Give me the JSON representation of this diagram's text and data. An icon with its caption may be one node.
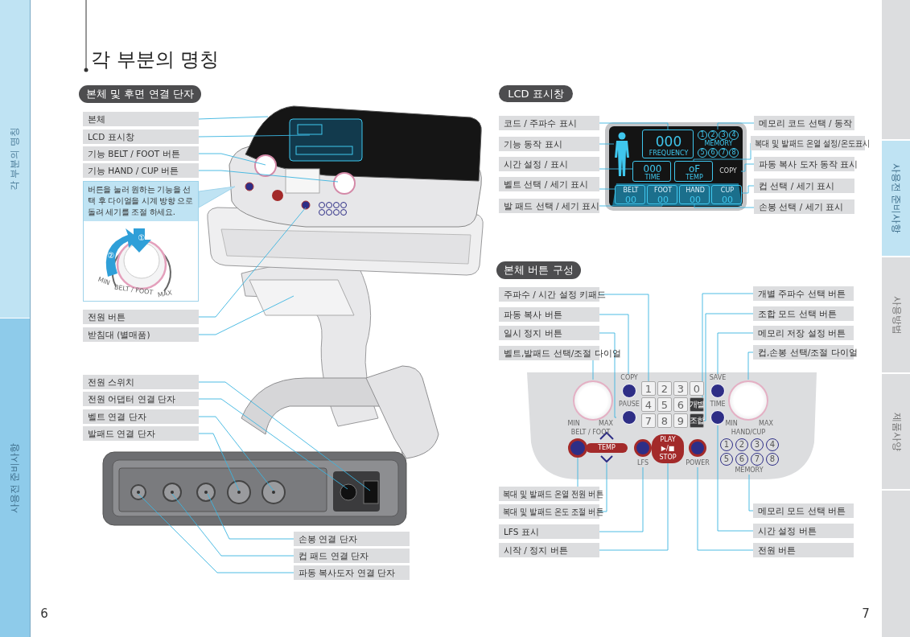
{
  "diagram": {
    "title": "각 부분의 명칭",
    "nodes": [
      {
        "text": [
          "각 부분의 명칭"
        ]
      },
      {
        "text": [
          "사용전 준비사항"
        ]
      },
      {
        "text": [],
        "shape": "bar"
      },
      {
        "text": [
          "사용전 준비사항"
        ]
      },
      {
        "text": [
          "사용방법"
        ]
      },
      {
        "text": [
          "제품사양"
        ]
      },
      {
        "text": [],
        "shape": "bar"
      },
      {
        "text": [
          "본체 및 후면 연결 단자"
        ]
      },
      {
        "text": [
          "본체"
        ]
      },
      {
        "text": [
          "LCD 표시창"
        ]
      },
      {
        "text": [
          "기능 BELT / FOOT 버튼"
        ]
      },
      {
        "text": [
          "기능 HAND / CUP 버튼"
        ]
      },
      {
        "text": [
          "버튼을 눌러 원하는 기능을 선택 후 다이얼을 시계 방향 으로 돌려 세기를 조절 하세요."
        ]
      },
      {
        "text": [
          "전원 버튼"
        ]
      },
      {
        "text": [
          "받침대 (별매품)"
        ]
      },
      {
        "text": [
          "전원 스위치"
        ]
      },
      {
        "text": [
          "전원 어댑터 연결 단자"
        ]
      },
      {
        "text": [
          "벨트 연결 단자"
        ]
      },
      {
        "text": [
          "발패드 연결 단자"
        ]
      },
      {
        "text": [
          "손봉 연결 단자"
        ]
      },
      {
        "text": [
          "컵 패드 연결 단자"
        ]
      },
      {
        "text": [
          "파동 복사도자 연결 단자"
        ]
      },
      {
        "text": [
          "LCD 표시창"
        ]
      },
      {
        "text": [
          "코드 / 주파수 표시"
        ]
      },
      {
        "text": [
          "기능 동작 표시"
        ]
      },
      {
        "text": [
          "시간 설정 / 표시"
        ]
      },
      {
        "text": [
          "벨트 선택 / 세기 표시"
        ]
      },
      {
        "text": [
          "발 패드 선택 / 세기 표시"
        ]
      },
      {
        "text": [
          "메모리 코드 선택 / 동작"
        ]
      },
      {
        "text": [
          "복대 및 발패드 온열 설정/온도표시"
        ]
      },
      {
        "text": [
          "파동 복사 도자 동작 표시"
        ]
      },
      {
        "text": [
          "컵 선택 / 세기 표시"
        ]
      },
      {
        "text": [
          "손봉 선택 / 세기 표시"
        ]
      },
      {
        "text": [
          "본체 버튼 구성"
        ]
      },
      {
        "text": [
          "주파수 / 시간 설정 키패드"
        ]
      },
      {
        "text": [
          "파동 복사 버튼"
        ]
      },
      {
        "text": [
          "일시 정지 버튼"
        ]
      },
      {
        "text": [
          "벨트,발패드 선택/조절 다이얼"
        ]
      },
      {
        "text": [
          "개별 주파수 선택 버튼"
        ]
      },
      {
        "text": [
          "조합 모드 선택 버튼"
        ]
      },
      {
        "text": [
          "메모리 저장 설정 버튼"
        ]
      },
      {
        "text": [
          "컵,손봉 선택/조절 다이얼"
        ]
      },
      {
        "text": [
          "복대 및 발패드 온열 전원 버튼"
        ]
      },
      {
        "text": [
          "복대 및 발패드 온도 조절 버튼"
        ]
      },
      {
        "text": [
          "LFS 표시"
        ]
      },
      {
        "text": [
          "시작 / 정지 버튼"
        ]
      },
      {
        "text": [
          "메모리 모드 선택 버튼"
        ]
      },
      {
        "text": [
          "시간 설정 버튼"
        ]
      },
      {
        "text": [
          "전원 버튼"
        ]
      },
      {
        "text": [],
        "shape": "person"
      },
      {
        "text": [
          "000",
          "FREQUENCY"
        ]
      },
      {
        "text": [
          "1",
          "2",
          "3",
          "4",
          "MEMORY",
          "5",
          "6",
          "7",
          "8"
        ]
      },
      {
        "text": [
          "000",
          "TIME"
        ]
      },
      {
        "text": [
          "oF",
          "TEMP"
        ]
      },
      {
        "text": [
          "COPY"
        ]
      },
      {
        "text": [
          "BELT",
          "00"
        ]
      },
      {
        "text": [
          "FOOT",
          "00"
        ]
      },
      {
        "text": [
          "HAND",
          "00"
        ]
      },
      {
        "text": [
          "CUP",
          "00"
        ]
      },
      {
        "text": [
          "MIN",
          "MAX",
          "BELT / FOOT"
        ]
      },
      {
        "text": [
          "COPY"
        ]
      },
      {
        "text": [
          "PAUSE"
        ]
      },
      {
        "text": [
          "1"
        ]
      },
      {
        "text": [
          "2"
        ]
      },
      {
        "text": [
          "3"
        ]
      },
      {
        "text": [
          "0"
        ]
      },
      {
        "text": [
          "4"
        ]
      },
      {
        "text": [
          "5"
        ]
      },
      {
        "text": [
          "6"
        ]
      },
      {
        "text": [
          "개별"
        ]
      },
      {
        "text": [
          "7"
        ]
      },
      {
        "text": [
          "8"
        ]
      },
      {
        "text": [
          "9"
        ]
      },
      {
        "text": [
          "조합"
        ]
      },
      {
        "text": [
          "SAVE"
        ]
      },
      {
        "text": [
          "TIME"
        ]
      },
      {
        "text": [
          "MIN",
          "MAX",
          "HAND/CUP"
        ]
      },
      {
        "text": [],
        "shape": "circle"
      },
      {
        "text": [],
        "shape": "chevron"
      },
      {
        "text": [
          "LFS"
        ]
      },
      {
        "text": [
          "PLAY",
          "▶/■",
          "STOP"
        ]
      },
      {
        "text": [
          "POWER"
        ]
      },
      {
        "text": [
          "1",
          "2",
          "3",
          "4",
          "5",
          "6",
          "7",
          "8",
          "MEMORY"
        ]
      }
    ],
    "edges": [
      {
        "from": 8,
        "to": null,
        "arrow": "none"
      },
      {
        "from": 9,
        "to": null,
        "arrow": "none"
      },
      {
        "from": 10,
        "to": null,
        "arrow": "none"
      },
      {
        "from": 11,
        "to": null,
        "arrow": "none"
      },
      {
        "from": 13,
        "to": null,
        "arrow": "none"
      },
      {
        "from": 14,
        "to": null,
        "arrow": "none"
      },
      {
        "from": 15,
        "to": null,
        "arrow": "none"
      },
      {
        "from": 16,
        "to": null,
        "arrow": "none"
      },
      {
        "from": 17,
        "to": null,
        "arrow": "none"
      },
      {
        "from": 18,
        "to": null,
        "arrow": "none"
      },
      {
        "from": 19,
        "to": null,
        "arrow": "none"
      },
      {
        "from": 20,
        "to": null,
        "arrow": "none"
      },
      {
        "from": 21,
        "to": null,
        "arrow": "none"
      },
      {
        "from": 23,
        "to": 50,
        "arrow": "none"
      },
      {
        "from": 24,
        "to": 49,
        "arrow": "none"
      },
      {
        "from": 25,
        "to": 52,
        "arrow": "none"
      },
      {
        "from": 26,
        "to": 55,
        "arrow": "none"
      },
      {
        "from": 27,
        "to": 56,
        "arrow": "none"
      },
      {
        "from": 28,
        "to": 51,
        "arrow": "none"
      },
      {
        "from": 29,
        "to": 53,
        "arrow": "none"
      },
      {
        "from": 30,
        "to": 54,
        "arrow": "none"
      },
      {
        "from": 31,
        "to": 58,
        "arrow": "none"
      },
      {
        "from": 32,
        "to": 57,
        "arrow": "none"
      },
      {
        "from": 34,
        "to": 62,
        "arrow": "none"
      },
      {
        "from": 35,
        "to": 60,
        "arrow": "none"
      },
      {
        "from": 36,
        "to": 61,
        "arrow": "none"
      },
      {
        "from": 37,
        "to": 59,
        "arrow": "none"
      },
      {
        "from": 38,
        "to": 69,
        "arrow": "none"
      },
      {
        "from": 39,
        "to": 73,
        "arrow": "none"
      },
      {
        "from": 40,
        "to": 74,
        "arrow": "none"
      },
      {
        "from": 41,
        "to": 76,
        "arrow": "none"
      },
      {
        "from": 42,
        "to": 77,
        "arrow": "none"
      },
      {
        "from": 43,
        "to": 78,
        "arrow": "none"
      },
      {
        "from": 44,
        "to": 79,
        "arrow": "none"
      },
      {
        "from": 45,
        "to": 80,
        "arrow": "none"
      },
      {
        "from": 46,
        "to": 82,
        "arrow": "none"
      },
      {
        "from": 47,
        "to": 75,
        "arrow": "none"
      },
      {
        "from": 48,
        "to": 81,
        "arrow": "none"
      }
    ],
    "labels": [
      "6",
      "7",
      "②",
      "①",
      "MIN",
      "BELT / FOOT",
      "MAX",
      "TEMP"
    ]
  }
}
